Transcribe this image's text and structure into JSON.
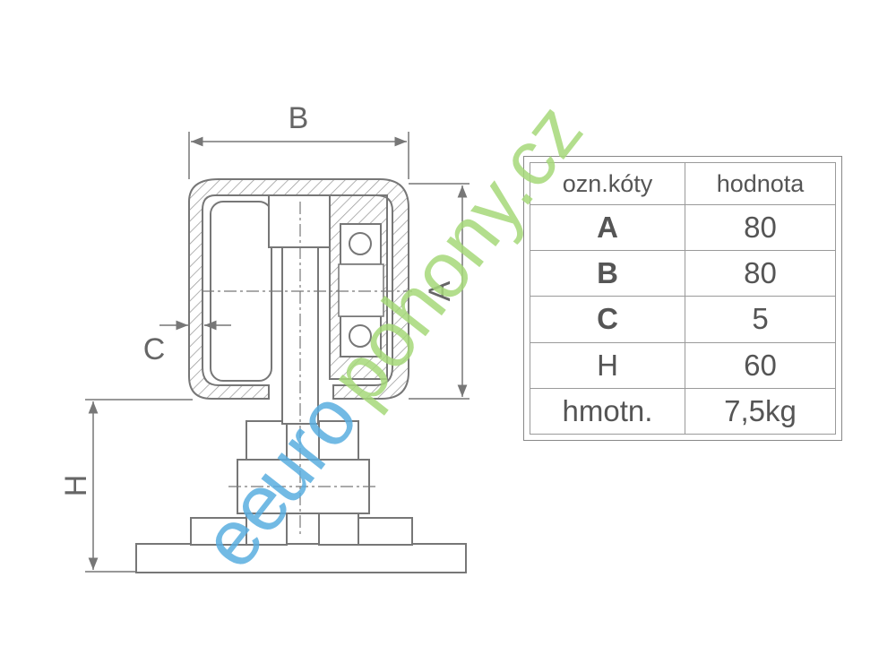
{
  "dimensions": {
    "a_label": "A",
    "b_label": "B",
    "c_label": "C",
    "h_label": "H"
  },
  "table": {
    "headers": [
      "ozn.kóty",
      "hodnota"
    ],
    "rows": [
      {
        "label": "A",
        "value": "80",
        "bold": true
      },
      {
        "label": "B",
        "value": "80",
        "bold": true
      },
      {
        "label": "C",
        "value": "5",
        "bold": true
      },
      {
        "label": "H",
        "value": "60",
        "bold": false
      },
      {
        "label": "hmotn.",
        "value": "7,5kg",
        "bold": false
      }
    ]
  },
  "watermark": {
    "text": "eeuropohony.cz",
    "colors": {
      "blue": "#5aaee0",
      "green": "#a6d97a"
    }
  },
  "colors": {
    "line": "#777777",
    "hatch": "#999999"
  }
}
